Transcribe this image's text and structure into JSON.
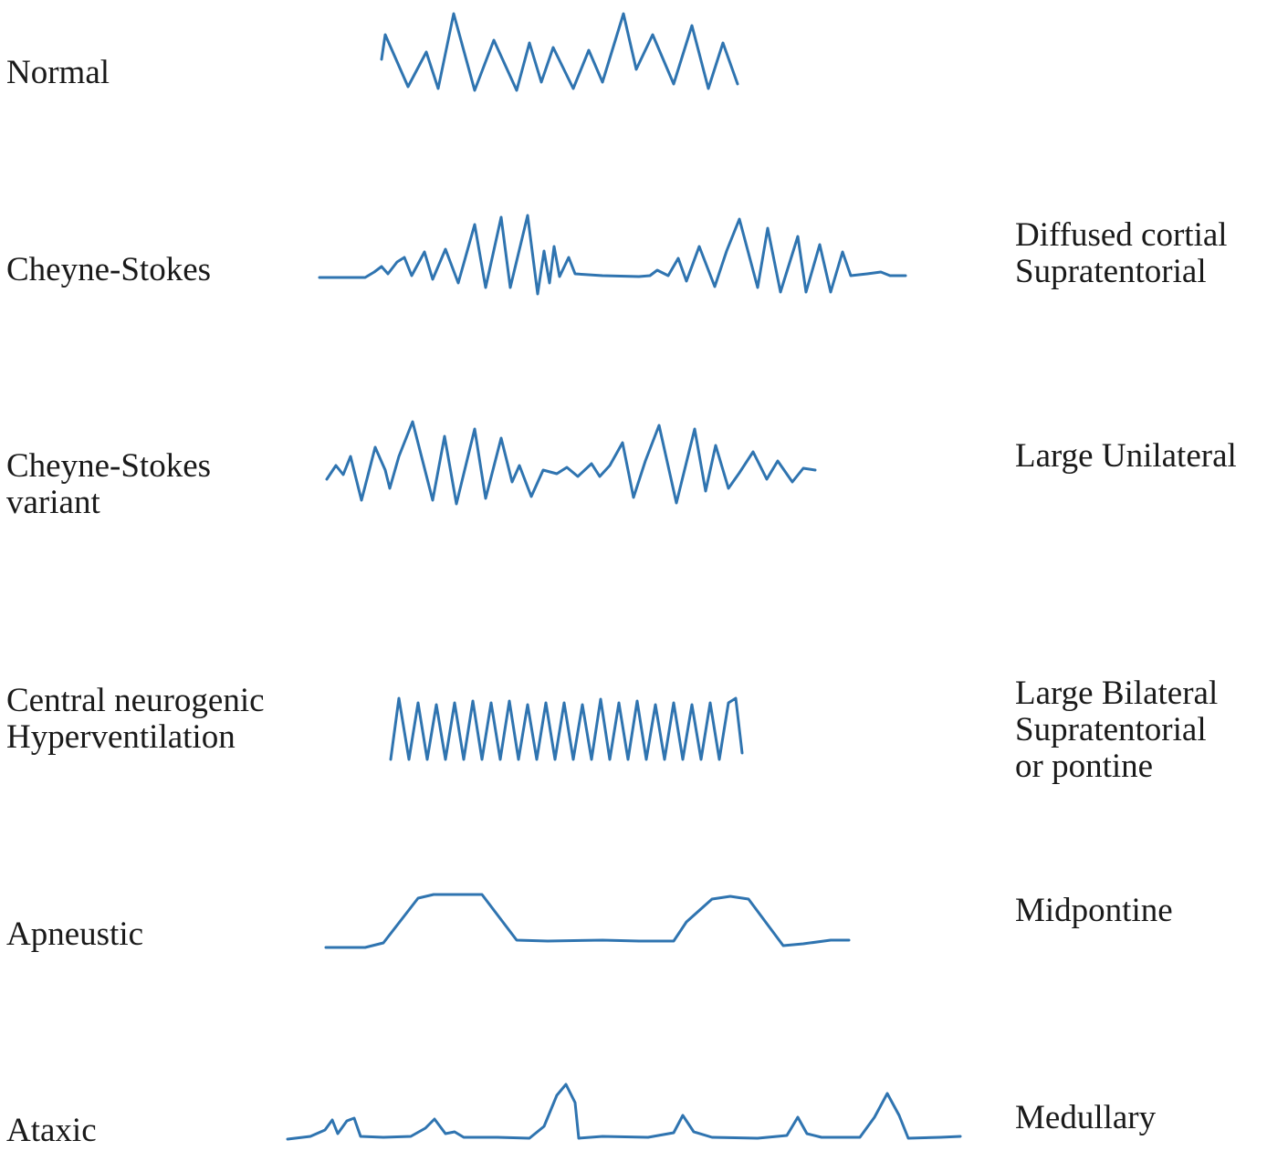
{
  "rows": [
    {
      "id": "normal",
      "pattern": [
        "Normal"
      ],
      "location": []
    },
    {
      "id": "cheyne-stokes",
      "pattern": [
        "Cheyne-Stokes"
      ],
      "location": [
        "Diffused cortial",
        "Supratentorial"
      ]
    },
    {
      "id": "cheyne-stokes-variant",
      "pattern": [
        "Cheyne-Stokes",
        "variant"
      ],
      "location": [
        "Large Unilateral"
      ]
    },
    {
      "id": "central-neurogenic",
      "pattern": [
        "Central neurogenic",
        "Hyperventilation"
      ],
      "location": [
        "Large Bilateral",
        "Supratentorial",
        "or pontine"
      ]
    },
    {
      "id": "apneustic",
      "pattern": [
        "Apneustic"
      ],
      "location": [
        "Midpontine"
      ]
    },
    {
      "id": "ataxic",
      "pattern": [
        "Ataxic"
      ],
      "location": [
        "Medullary"
      ]
    }
  ],
  "colors": {
    "trace": "#2f74b0",
    "text": "#1a1a1a"
  }
}
